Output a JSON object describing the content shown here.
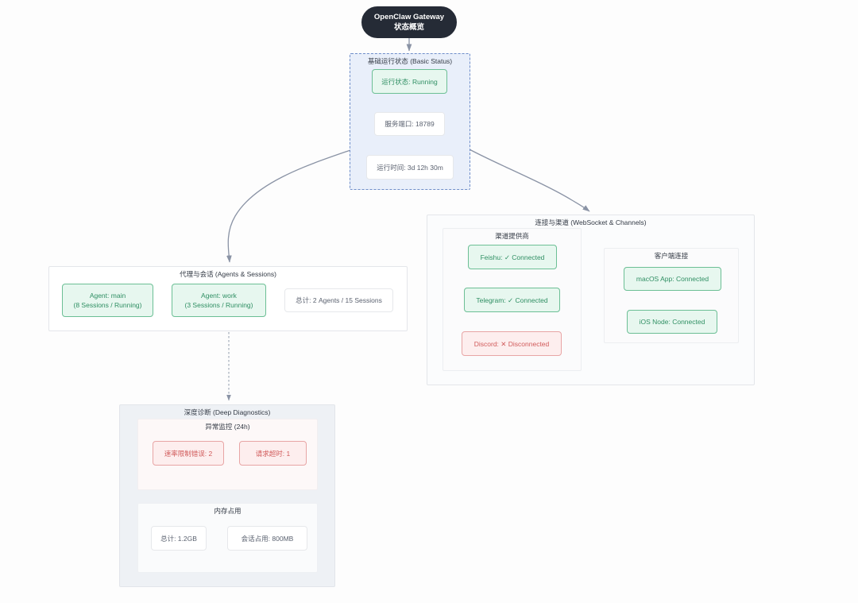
{
  "diagram": {
    "title_node": {
      "label": "OpenClaw Gateway 状态概览"
    },
    "subgraphs": {
      "basic": {
        "label": "基础运行状态 (Basic Status)",
        "nodes": {
          "running": "运行状态: Running",
          "port": "服务端口: 18789",
          "uptime": "运行时间: 3d 12h 30m"
        }
      },
      "agents": {
        "label": "代理与会话 (Agents & Sessions)",
        "nodes": {
          "agent_main_line1": "Agent: main",
          "agent_main_line2": "(8 Sessions / Running)",
          "agent_work_line1": "Agent: work",
          "agent_work_line2": "(3 Sessions / Running)",
          "total": "总计: 2 Agents / 15 Sessions"
        }
      },
      "channels": {
        "label": "连接与渠道 (WebSocket & Channels)",
        "providers": {
          "label": "渠道提供商",
          "nodes": {
            "feishu": "Feishu: ✓ Connected",
            "telegram": "Telegram: ✓ Connected",
            "discord": "Discord: ✕ Disconnected"
          }
        },
        "clients": {
          "label": "客户端连接",
          "nodes": {
            "macos": "macOS App: Connected",
            "ios": "iOS Node: Connected"
          }
        }
      },
      "diagnostics": {
        "label": "深度诊断 (Deep Diagnostics)",
        "errors": {
          "label": "异常监控 (24h)",
          "nodes": {
            "rate_limit": "速率限制错误: 2",
            "timeout": "请求超时: 1"
          }
        },
        "memory": {
          "label": "内存占用",
          "nodes": {
            "total": "总计: 1.2GB",
            "sessions": "会话占用: 800MB"
          }
        }
      }
    },
    "colors": {
      "background": "#fdfdfd",
      "title_fill": "#252b36",
      "ok_fill": "#e7f7ef",
      "ok_border": "#6cbf95",
      "ok_text": "#2f8f63",
      "error_fill": "#fdeeee",
      "error_border": "#e8a5a5",
      "error_text": "#d15b5b",
      "neutral_fill": "#ffffff",
      "neutral_border": "#e6e8eb",
      "basic_fill": "#e9effa",
      "basic_border": "#6f8ec9",
      "edge": "#8a93a5"
    }
  }
}
